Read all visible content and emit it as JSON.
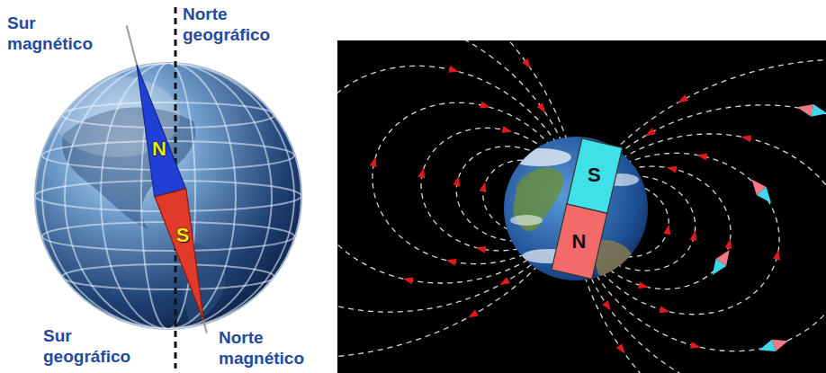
{
  "diagram": {
    "nodes": [
      {
        "text": [
          "N"
        ]
      },
      {
        "text": [
          "S"
        ]
      },
      {
        "text": [
          "S"
        ]
      },
      {
        "text": [
          "N"
        ]
      }
    ],
    "labels": [
      "Sur magnético",
      "Norte geográfico",
      "Sur geográfico",
      "Norte magnético"
    ]
  }
}
